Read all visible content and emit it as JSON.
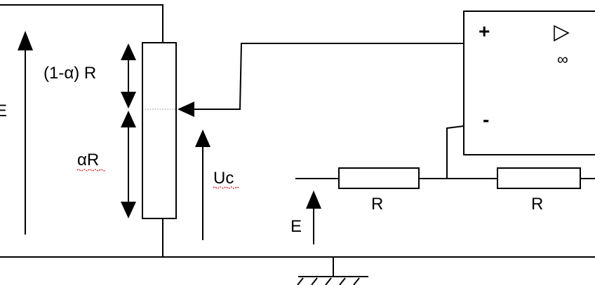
{
  "labels": {
    "source_e_left": "E",
    "upper_fraction": "(1-α) R",
    "lower_fraction": "αR",
    "control_voltage": "Uc",
    "input_e": "E",
    "resistor_1": "R",
    "resistor_2": "R",
    "opamp_plus": "+",
    "opamp_minus": "-",
    "opamp_gain": "∞"
  },
  "icons": {
    "opamp_symbol": "triangle-right-icon",
    "ground": "ground-hatch-icon"
  },
  "colors": {
    "ink": "#000000",
    "background": "#ffffff",
    "spellcheck_underline": "#cc0000"
  }
}
